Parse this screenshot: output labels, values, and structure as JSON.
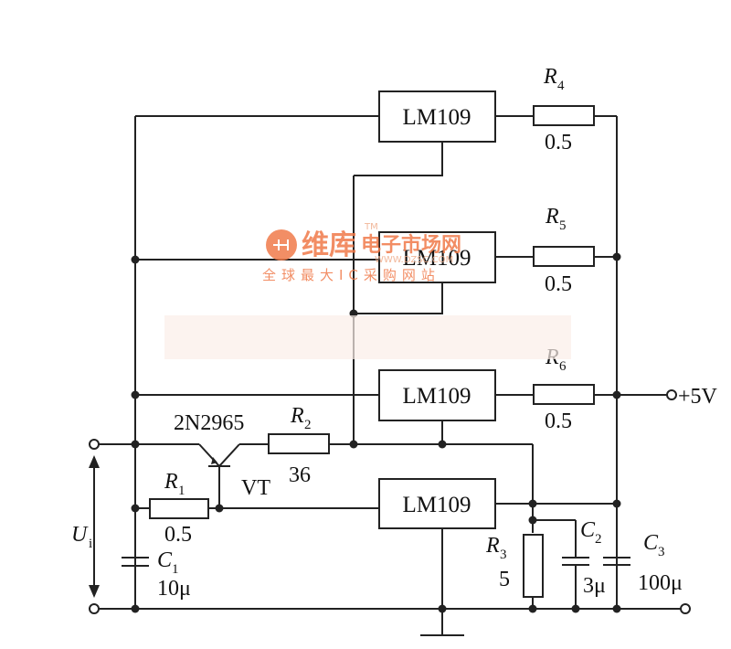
{
  "ic": {
    "lm109": "LM109"
  },
  "resistors": {
    "r1": {
      "name": "R",
      "sub": "1",
      "value": "0.5"
    },
    "r2": {
      "name": "R",
      "sub": "2",
      "value": "36"
    },
    "r3": {
      "name": "R",
      "sub": "3",
      "value": "5"
    },
    "r4": {
      "name": "R",
      "sub": "4",
      "value": "0.5"
    },
    "r5": {
      "name": "R",
      "sub": "5",
      "value": "0.5"
    },
    "r6": {
      "name": "R",
      "sub": "6",
      "value": "0.5"
    }
  },
  "capacitors": {
    "c1": {
      "name": "C",
      "sub": "1",
      "value": "10μ"
    },
    "c2": {
      "name": "C",
      "sub": "2",
      "value": "3μ"
    },
    "c3": {
      "name": "C",
      "sub": "3",
      "value": "100μ"
    }
  },
  "transistor": {
    "part": "2N2965",
    "ref": "VT"
  },
  "input": {
    "name": "U",
    "sub": "i"
  },
  "output": {
    "label": "+5V"
  },
  "watermark": {
    "main": "维库",
    "tm": "TM",
    "en": "电子市场网",
    "url": "WWW.DZSC.COM",
    "sub": "全球最大IC采购网站"
  }
}
